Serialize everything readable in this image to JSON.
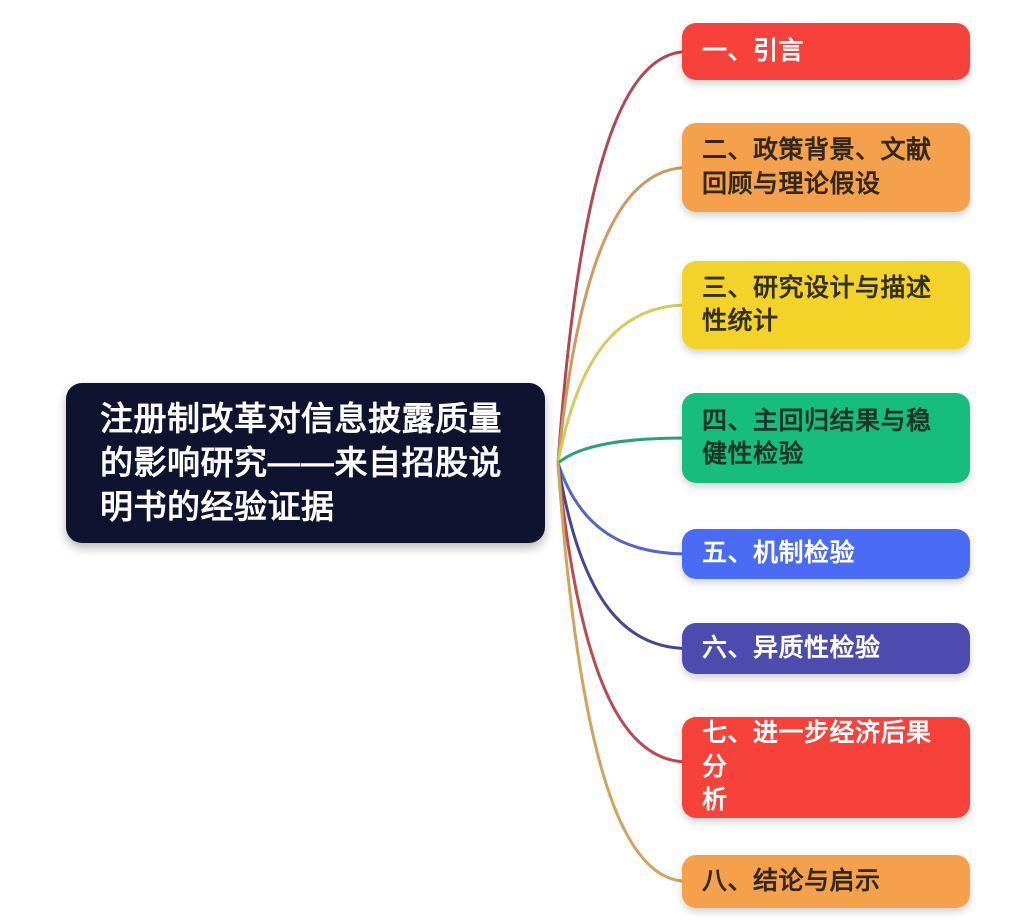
{
  "root": {
    "label": "注册制改革对信息披露质量\n的影响研究——来自招股说\n明书的经验证据",
    "bg": "#101330",
    "text_color": "#ffffff"
  },
  "branches": [
    {
      "label": "一、引言",
      "bg": "#f6423a",
      "text_color": "#ffffff",
      "line_color": "#b04a52"
    },
    {
      "label": "二、政策背景、文献\n回顾与理论假设",
      "bg": "#f5a14c",
      "text_color": "#33281b",
      "line_color": "#cf9a62"
    },
    {
      "label": "三、研究设计与描述\n性统计",
      "bg": "#f4d328",
      "text_color": "#33301b",
      "line_color": "#d3cb5a"
    },
    {
      "label": "四、主回归结果与稳\n健性检验",
      "bg": "#16bd7e",
      "text_color": "#1b352a",
      "line_color": "#2aa07c"
    },
    {
      "label": "五、机制检验",
      "bg": "#4a6bf5",
      "text_color": "#ffffff",
      "line_color": "#5468c4"
    },
    {
      "label": "六、异质性检验",
      "bg": "#4d4bae",
      "text_color": "#ffffff",
      "line_color": "#45478f"
    },
    {
      "label": "七、进一步经济后果分\n析",
      "bg": "#f6423a",
      "text_color": "#ffffff",
      "line_color": "#bf4950"
    },
    {
      "label": "八、结论与启示",
      "bg": "#f5a14c",
      "text_color": "#33281b",
      "line_color": "#cfa45e"
    }
  ]
}
